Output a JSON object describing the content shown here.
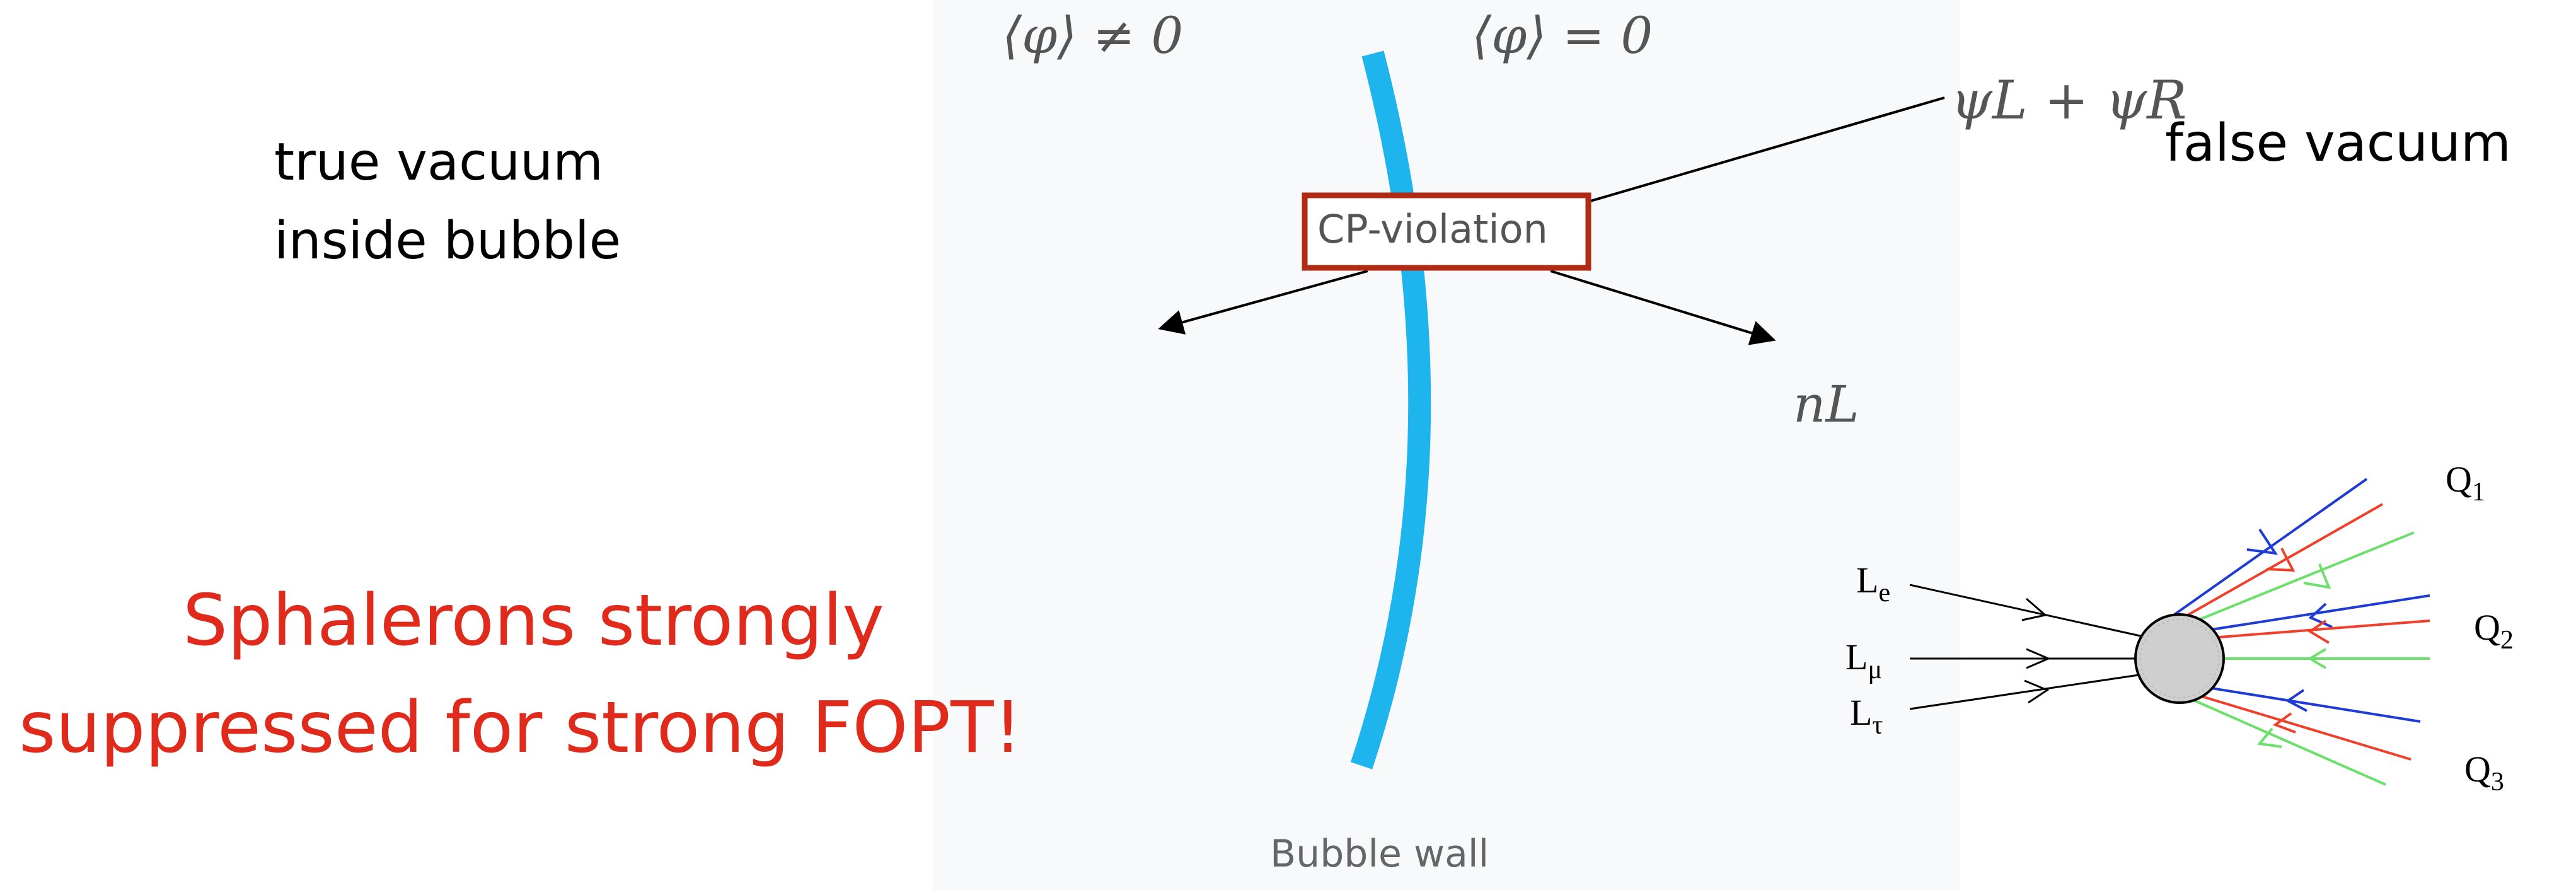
{
  "labels": {
    "phi_nonzero": "⟨φ⟩ ≠ 0",
    "phi_zero": "⟨φ⟩ = 0",
    "psi": "ψL + ψR",
    "false_vacuum": "false vacuum",
    "true_vacuum_line1": "true vacuum",
    "true_vacuum_line2": "inside bubble",
    "cp_violation": "CP-violation",
    "n_l": "nL",
    "sphalerons_line1": "Sphalerons strongly",
    "sphalerons_line2": "suppressed for strong FOPT!",
    "bubble_wall": "Bubble wall"
  },
  "sphaleron": {
    "leptons": [
      "Le",
      "Lμ",
      "Lτ"
    ],
    "quarks": [
      "Q1",
      "Q2",
      "Q3"
    ]
  },
  "colors": {
    "wall": "#1EB4EE",
    "cp_box": "#B02A14",
    "highlight_text": "#E02A1B",
    "quark_blue": "#1F3BD6",
    "quark_red": "#F0402A",
    "quark_green": "#6BE06B",
    "grey_text": "#666666"
  }
}
